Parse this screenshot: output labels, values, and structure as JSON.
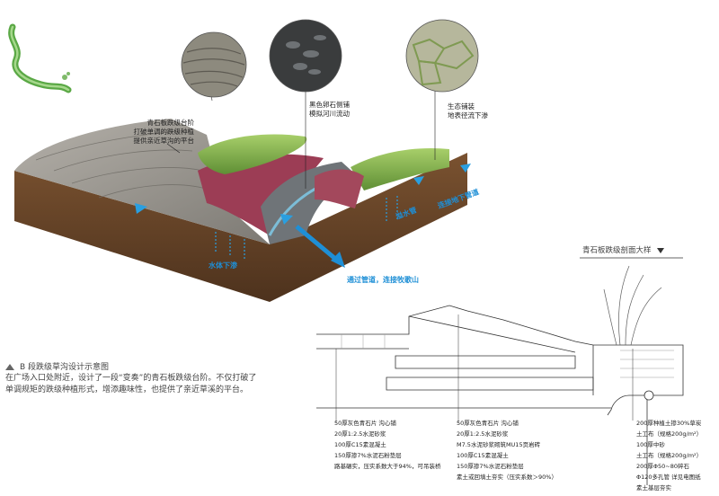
{
  "illustration": {
    "callouts": {
      "stone_steps": [
        "青石板跌级台阶",
        "打破单调的跌级种植",
        "提供亲近草沟的平台"
      ],
      "pebbles": [
        "黑色卵石侧铺",
        "模拟河川流动"
      ],
      "eco_paving": [
        "生态铺装",
        "地表径流下渗"
      ]
    },
    "flows": {
      "infiltrate": "水体下渗",
      "overflow": "溢水管",
      "connect_infiltrate": "连接地下管道",
      "pipe": "通过管道，连接牧歌山"
    }
  },
  "caption": {
    "title": "B 段跌级草沟设计示意图",
    "body": "在广场入口处附近，设计了一段“变奏”的青石板跌级台阶。不仅打破了单调规矩的跌级种植形式，增添趣味性，也提供了亲近草溪的平台。"
  },
  "detail": {
    "title": "青石板跌级剖面大样",
    "notes_left": [
      "50厚灰色青石片  沟心铺",
      "20厚1:2.5水泥砂浆",
      "100厚C15素混凝土",
      "150厚掺7%水泥石粉垫层",
      "路基碾实，压实系数大于94%，可吊装桥"
    ],
    "notes_mid": [
      "50厚灰色青石片  沟心铺",
      "20厚1:2.5水泥砂浆",
      "M7.5水泥砂浆砌筑MU15页岩砖",
      "100厚C15素混凝土",
      "150厚掺7%水泥石粉垫层",
      "素土或回填土夯实（压实系数＞90%）"
    ],
    "notes_right": [
      "200厚种植土掺30%草炭",
      "土工布（规格200g/m²）",
      "100厚中砂",
      "土工布（规格200g/m²）",
      "200厚Φ50~80碎石",
      "Φ120多孔管  详见电图纸",
      "素土基层夯实"
    ]
  }
}
